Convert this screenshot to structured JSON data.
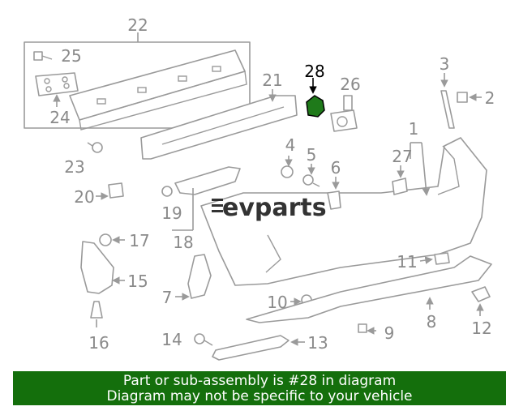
{
  "diagram": {
    "labels": [
      "22",
      "25",
      "24",
      "21",
      "28",
      "26",
      "3",
      "2",
      "1",
      "23",
      "4",
      "5",
      "6",
      "27",
      "20",
      "19",
      "18",
      "17",
      "15",
      "7",
      "16",
      "10",
      "11",
      "8",
      "12",
      "9",
      "14",
      "13"
    ],
    "highlighted_part": "28",
    "watermark": "evparts",
    "accent_color": "#146f0c",
    "highlight_color": "#1f7a1a"
  },
  "banner": {
    "line1": "Part or sub-assembly is #28 in diagram",
    "line2": "Diagram may not be specific to your vehicle"
  }
}
